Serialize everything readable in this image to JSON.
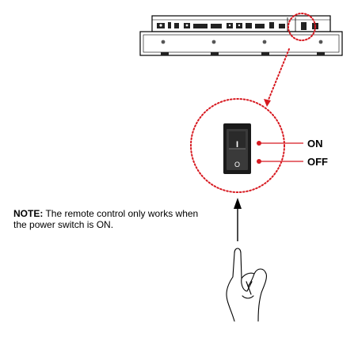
{
  "labels": {
    "on": "ON",
    "off": "OFF"
  },
  "switch": {
    "on_symbol": "I",
    "off_symbol": "O"
  },
  "note": {
    "heading": "NOTE:",
    "text": " The remote control only works when the power switch is ON."
  },
  "colors": {
    "accent": "#d71920",
    "line": "#000000",
    "panel_fill": "#f2f2f2",
    "switch_body": "#1a1a1a"
  }
}
